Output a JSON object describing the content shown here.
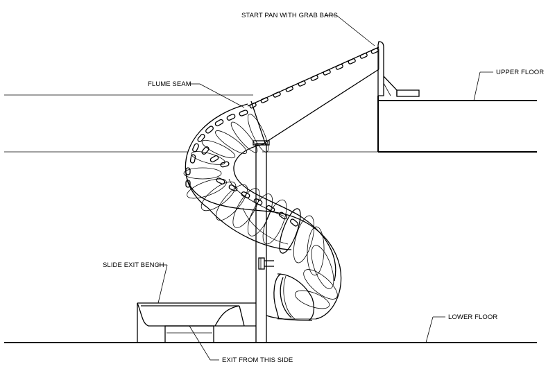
{
  "labels": {
    "start_pan": "START PAN WITH GRAB BARS",
    "flume_seam": "FLUME SEAM",
    "upper_floor": "UPPER FLOOR",
    "slide_exit_bench": "SLIDE EXIT BENCH",
    "lower_floor": "LOWER FLOOR",
    "exit_side": "EXIT FROM THIS SIDE"
  },
  "colors": {
    "line": "#000000",
    "background": "#ffffff"
  }
}
